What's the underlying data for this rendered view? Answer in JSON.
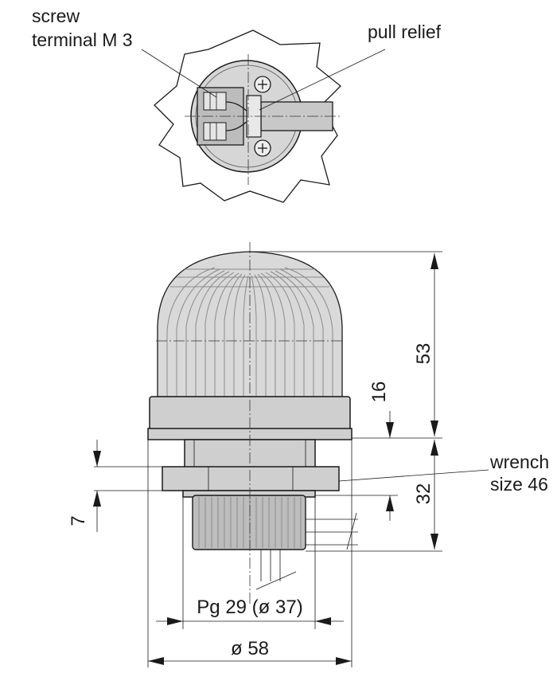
{
  "labels": {
    "screw_terminal_line1": "screw",
    "screw_terminal_line2": "terminal M 3",
    "pull_relief": "pull relief",
    "wrench_line1": "wrench",
    "wrench_line2": "size 46"
  },
  "dimensions": {
    "height_total": "53",
    "height_collar": "16",
    "height_lower": "32",
    "height_nut": "7",
    "thread": "Pg 29 (ø 37)",
    "diameter": "ø 58"
  },
  "colors": {
    "line": "#1a1a1a",
    "body_fill": "#cfcfcf",
    "dome_fill": "#d9d9d9"
  }
}
